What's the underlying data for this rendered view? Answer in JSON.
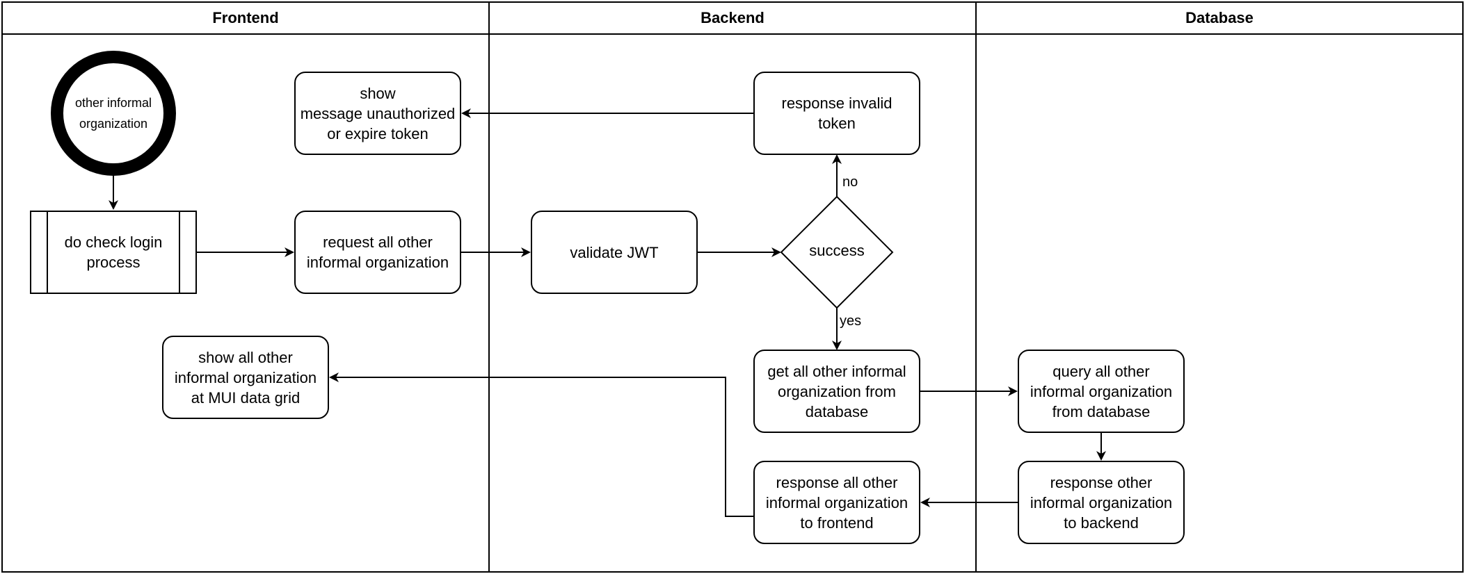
{
  "lanes": {
    "frontend": "Frontend",
    "backend": "Backend",
    "database": "Database"
  },
  "nodes": {
    "start": "other informal\norganization",
    "check_login": "do check login\nprocess",
    "show_unauthorized": "show\nmessage unauthorized\nor expire token",
    "request_all": "request all other\ninformal organization",
    "show_all": "show all other\ninformal organization\nat  MUI data grid",
    "validate_jwt": "validate JWT",
    "response_invalid": "response invalid\ntoken",
    "success": "success",
    "get_all": "get all other informal\norganization from\ndatabase",
    "response_frontend": "response all other\ninformal organization\nto frontend",
    "query_db": "query all other\ninformal organization\nfrom database",
    "response_backend": "response other\ninformal organization\nto backend"
  },
  "edge_labels": {
    "no": "no",
    "yes": "yes"
  }
}
